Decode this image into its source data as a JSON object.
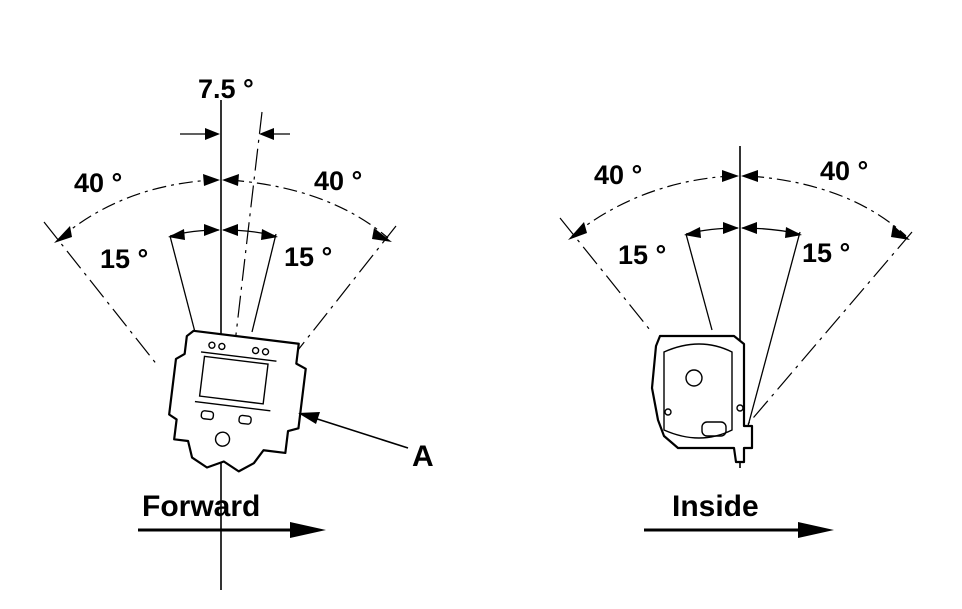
{
  "diagram": {
    "left": {
      "top_angle": "7.5 °",
      "outer_left": "40 °",
      "outer_right": "40 °",
      "inner_left": "15 °",
      "inner_right": "15 °",
      "callout": "A",
      "direction": "Forward"
    },
    "right": {
      "outer_left": "40 °",
      "outer_right": "40 °",
      "inner_left": "15 °",
      "inner_right": "15 °",
      "direction": "Inside"
    }
  }
}
